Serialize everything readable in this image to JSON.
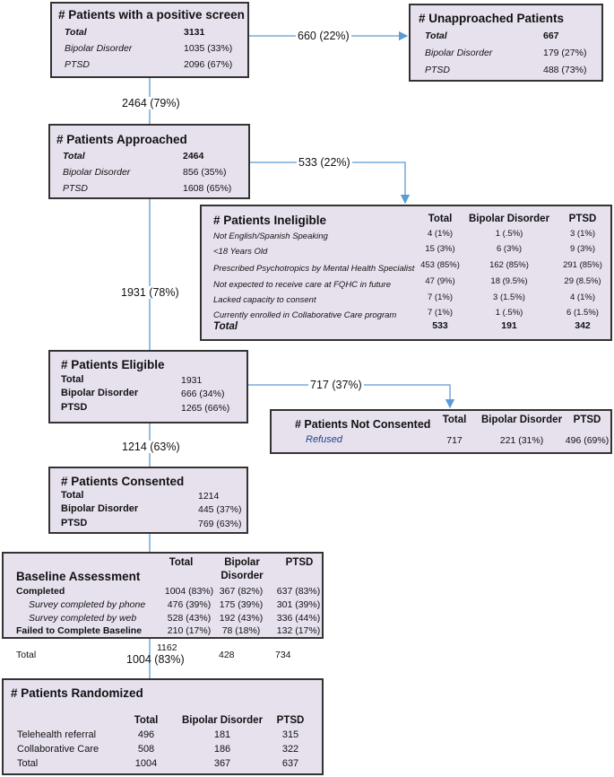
{
  "screen": {
    "title": "# Patients with a positive screen",
    "rows": [
      {
        "label": "Total",
        "value": "3131"
      },
      {
        "label": "Bipolar Disorder",
        "value": "1035 (33%)"
      },
      {
        "label": "PTSD",
        "value": "2096 (67%)"
      }
    ]
  },
  "unapproached": {
    "title": "# Unapproached Patients",
    "flow": "660 (22%)",
    "rows": [
      {
        "label": "Total",
        "value": "667"
      },
      {
        "label": "Bipolar Disorder",
        "value": "179 (27%)"
      },
      {
        "label": "PTSD",
        "value": "488 (73%)"
      }
    ]
  },
  "approached": {
    "flow": "2464 (79%)",
    "title": "# Patients Approached",
    "rows": [
      {
        "label": "Total",
        "value": "2464"
      },
      {
        "label": "Bipolar Disorder",
        "value": "856 (35%)"
      },
      {
        "label": "PTSD",
        "value": "1608 (65%)"
      }
    ]
  },
  "ineligible": {
    "flow": "533 (22%)",
    "title": "# Patients Ineligible",
    "headers": [
      "Total",
      "Bipolar Disorder",
      "PTSD"
    ],
    "rows": [
      {
        "label": "Not English/Spanish Speaking",
        "total": "4 (1%)",
        "bipolar": "1 (.5%)",
        "ptsd": "3 (1%)"
      },
      {
        "label": "<18 Years Old",
        "total": "15 (3%)",
        "bipolar": "6 (3%)",
        "ptsd": "9 (3%)"
      },
      {
        "label": "Prescribed Psychotropics by Mental Health Specialist",
        "total": "453 (85%)",
        "bipolar": "162 (85%)",
        "ptsd": "291 (85%)"
      },
      {
        "label": "Not expected to receive care at FQHC in future",
        "total": "47 (9%)",
        "bipolar": "18 (9.5%)",
        "ptsd": "29 (8.5%)"
      },
      {
        "label": "Lacked capacity to consent",
        "total": "7 (1%)",
        "bipolar": "3 (1.5%)",
        "ptsd": "4 (1%)"
      },
      {
        "label": "Currently enrolled in Collaborative Care program",
        "total": "7 (1%)",
        "bipolar": "1 (.5%)",
        "ptsd": "6 (1.5%)"
      }
    ],
    "total_row": {
      "label": "Total",
      "total": "533",
      "bipolar": "191",
      "ptsd": "342"
    }
  },
  "eligible": {
    "flow": "1931 (78%)",
    "title": "# Patients Eligible",
    "rows": [
      {
        "label": "Total",
        "value": "1931"
      },
      {
        "label": "Bipolar Disorder",
        "value": "666 (34%)"
      },
      {
        "label": "PTSD",
        "value": "1265 (66%)"
      }
    ]
  },
  "not_consented": {
    "flow": "717 (37%)",
    "title": "# Patients Not Consented",
    "headers": [
      "Total",
      "Bipolar Disorder",
      "PTSD"
    ],
    "row": {
      "label": "Refused",
      "total": "717",
      "bipolar": "221 (31%)",
      "ptsd": "496 (69%)"
    }
  },
  "consented": {
    "flow": "1214 (63%)",
    "title": "# Patients Consented",
    "rows": [
      {
        "label": "Total",
        "value": "1214"
      },
      {
        "label": "Bipolar Disorder",
        "value": "445 (37%)"
      },
      {
        "label": "PTSD",
        "value": "769 (63%)"
      }
    ]
  },
  "baseline": {
    "title": "Baseline Assessment",
    "headers": [
      "Total",
      "Bipolar",
      "Disorder",
      "PTSD"
    ],
    "rows": [
      {
        "label": "Completed",
        "total": "1004 (83%)",
        "bipolar": "367 (82%)",
        "ptsd": "637 (83%)"
      },
      {
        "label": "Survey completed by phone",
        "total": "476 (39%)",
        "bipolar": "175 (39%)",
        "ptsd": "301 (39%)"
      },
      {
        "label": "Survey completed by web",
        "total": "528 (43%)",
        "bipolar": "192 (43%)",
        "ptsd": "336 (44%)"
      },
      {
        "label": "Failed to Complete Baseline",
        "total": "210 (17%)",
        "bipolar": "78 (18%)",
        "ptsd": "132 (17%)"
      }
    ],
    "below_row": {
      "label": "Total",
      "total": "1162",
      "bipolar": "428",
      "ptsd": "734"
    }
  },
  "randomized": {
    "flow": "1004 (83%)",
    "title": "# Patients Randomized",
    "headers": [
      "Total",
      "Bipolar Disorder",
      "PTSD"
    ],
    "rows": [
      {
        "label": "Telehealth referral",
        "total": "496",
        "bipolar": "181",
        "ptsd": "315"
      },
      {
        "label": "Collaborative Care",
        "total": "508",
        "bipolar": "186",
        "ptsd": "322"
      },
      {
        "label": "Total",
        "total": "1004",
        "bipolar": "367",
        "ptsd": "637"
      }
    ]
  },
  "colors": {
    "box_fill": "#e7e1ee",
    "arrow": "#5b9bd5",
    "border": "#333333"
  }
}
